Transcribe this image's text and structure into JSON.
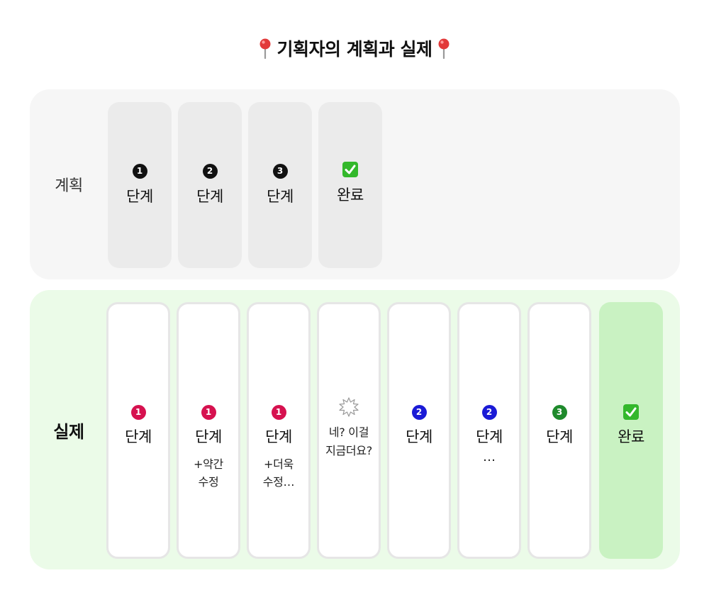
{
  "title": {
    "text": "기획자의 계획과 실제",
    "left_icon": "round-pushpin-icon",
    "right_icon": "round-pushpin-icon"
  },
  "colors": {
    "badge_pink": "#d6114f",
    "badge_blue": "#1a1ad6",
    "badge_green": "#1f8a2c",
    "badge_black": "#111111",
    "check_green": "#33b82b",
    "plan_panel": "#f6f6f6",
    "actual_panel": "#ebfbe8",
    "done_card": "#c9f2c2"
  },
  "plan": {
    "label": "계획",
    "steps": [
      {
        "badge": "1",
        "badge_color": "#111111",
        "text": "단계"
      },
      {
        "badge": "2",
        "badge_color": "#111111",
        "text": "단계"
      },
      {
        "badge": "3",
        "badge_color": "#111111",
        "text": "단계"
      },
      {
        "icon": "check-mark-icon",
        "text": "완료"
      }
    ]
  },
  "actual": {
    "label": "실제",
    "steps": [
      {
        "badge": "1",
        "badge_color": "#d6114f",
        "text": "단계"
      },
      {
        "badge": "1",
        "badge_color": "#d6114f",
        "text": "단계",
        "sub": "+약간\n수정"
      },
      {
        "badge": "1",
        "badge_color": "#d6114f",
        "text": "단계",
        "sub": "+더욱\n수정…"
      },
      {
        "icon": "anger-bubble-icon",
        "sub": "네? 이걸\n지금더요?"
      },
      {
        "badge": "2",
        "badge_color": "#1a1ad6",
        "text": "단계"
      },
      {
        "badge": "2",
        "badge_color": "#1a1ad6",
        "text": "단계",
        "ellipsis": "…"
      },
      {
        "badge": "3",
        "badge_color": "#1f8a2c",
        "text": "단계"
      },
      {
        "icon": "check-mark-icon",
        "text": "완료"
      }
    ]
  }
}
